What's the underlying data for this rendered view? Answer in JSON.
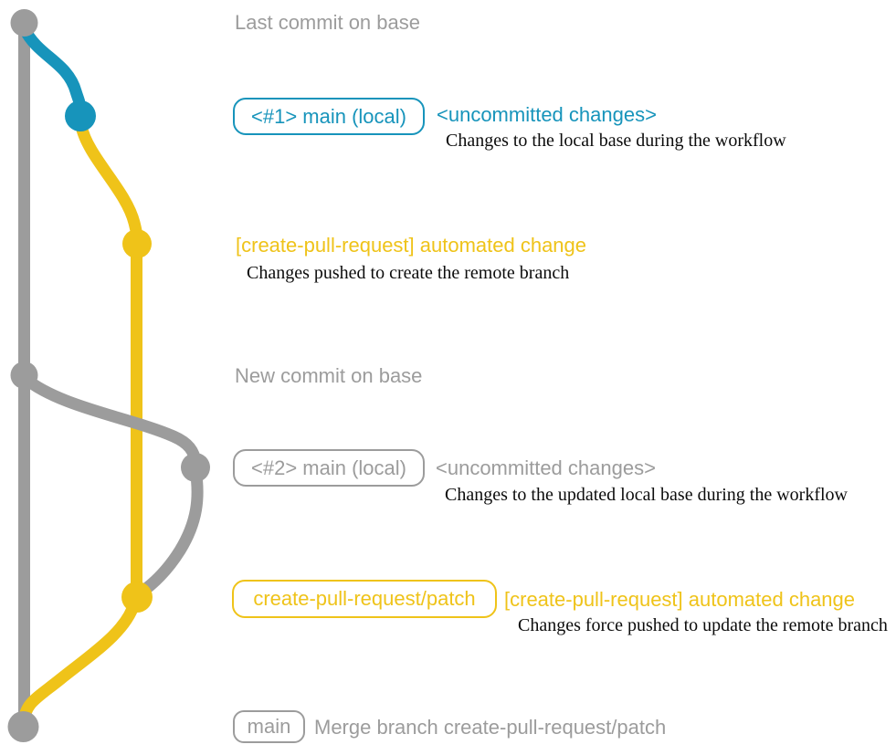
{
  "colors": {
    "gray": "#9c9c9c",
    "blue": "#1794bb",
    "yellow": "#efc319",
    "ink": "#0c0c0c",
    "bg": "#ffffff"
  },
  "rows": {
    "last_commit": {
      "title": "Last commit on base"
    },
    "local_main_1": {
      "badge": "<#1> main (local)",
      "message": "<uncommitted changes>",
      "description": "Changes to the local base during the workflow"
    },
    "automated_change_1": {
      "message": "[create-pull-request] automated change",
      "description": "Changes pushed to create the remote branch"
    },
    "new_commit": {
      "title": "New commit on base"
    },
    "local_main_2": {
      "badge": "<#2> main (local)",
      "message": "<uncommitted changes>",
      "description": "Changes to the updated local base during the workflow"
    },
    "automated_change_2": {
      "badge": "create-pull-request/patch",
      "message": "[create-pull-request] automated change",
      "description": "Changes force pushed to update the remote branch"
    },
    "merge": {
      "badge": "main",
      "message": "Merge branch create-pull-request/patch"
    }
  }
}
